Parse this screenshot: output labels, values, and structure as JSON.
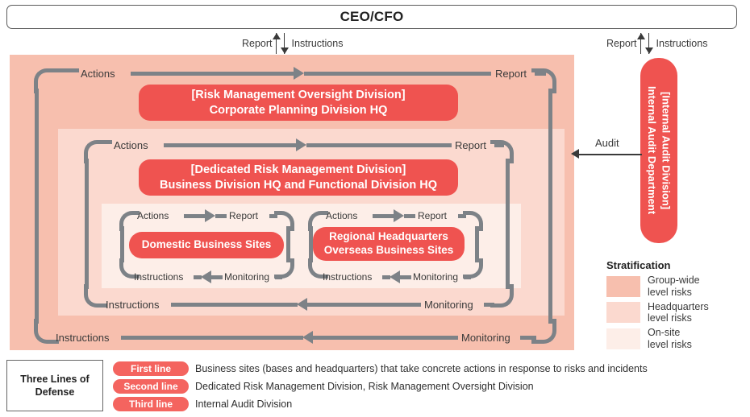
{
  "header": {
    "title": "CEO/CFO"
  },
  "top_flows": {
    "left": {
      "report": "Report",
      "instructions": "Instructions"
    },
    "right": {
      "report": "Report",
      "instructions": "Instructions"
    }
  },
  "audit": {
    "label": "Audit"
  },
  "boxes": {
    "oversight": {
      "line1": "[Risk Management Oversight Division]",
      "line2": "Corporate Planning Division HQ"
    },
    "dedicated": {
      "line1": "[Dedicated Risk Management Division]",
      "line2": "Business Division HQ and Functional Division HQ"
    },
    "domestic": {
      "line1": "Domestic Business Sites"
    },
    "regional": {
      "line1": "Regional Headquarters",
      "line2": "Overseas Business Sites"
    },
    "internal_audit": {
      "text": "[Internal Audit Division]\nInternal Audit Department"
    }
  },
  "flow_labels": {
    "group": {
      "actions": "Actions",
      "report": "Report",
      "instructions": "Instructions",
      "monitoring": "Monitoring"
    },
    "hq": {
      "actions": "Actions",
      "report": "Report",
      "instructions": "Instructions",
      "monitoring": "Monitoring"
    },
    "site_left": {
      "actions": "Actions",
      "report": "Report",
      "instructions": "Instructions",
      "monitoring": "Monitoring"
    },
    "site_right": {
      "actions": "Actions",
      "report": "Report",
      "instructions": "Instructions",
      "monitoring": "Monitoring"
    }
  },
  "legend": {
    "title": "Stratification",
    "items": [
      {
        "label_line1": "Group-wide",
        "label_line2": "level risks",
        "color": "#f7bfae"
      },
      {
        "label_line1": "Headquarters",
        "label_line2": "level risks",
        "color": "#fbd9cf"
      },
      {
        "label_line1": "On-site",
        "label_line2": "level risks",
        "color": "#fdeee8"
      }
    ]
  },
  "three_lines": {
    "title_line1": "Three Lines of",
    "title_line2": "Defense",
    "rows": [
      {
        "badge": "First line",
        "desc": "Business sites (bases and headquarters) that take concrete actions in response to risks and incidents"
      },
      {
        "badge": "Second line",
        "desc": "Dedicated Risk Management Division, Risk Management Oversight Division"
      },
      {
        "badge": "Third line",
        "desc": "Internal Audit Division"
      }
    ]
  },
  "colors": {
    "accent": "#ef5350",
    "badge": "#f4645f",
    "stroke": "#7d8287",
    "text": "#3a3a3a"
  }
}
